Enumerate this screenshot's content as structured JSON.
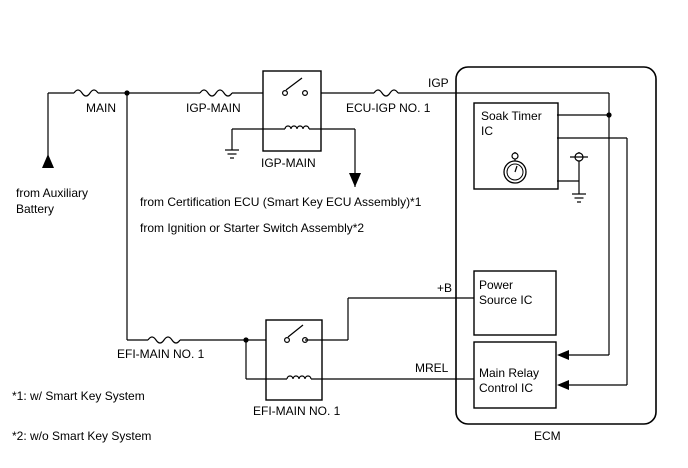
{
  "labels": {
    "main": "MAIN",
    "igp_main_fuse": "IGP-MAIN",
    "igp_main_relay": "IGP-MAIN",
    "ecu_igp_no1": "ECU-IGP NO. 1",
    "igp": "IGP",
    "aux_battery_line1": "from Auxiliary",
    "aux_battery_line2": "Battery",
    "cert_ecu": "from Certification ECU (Smart Key ECU Assembly)*1",
    "ign_switch": "from Ignition or Starter Switch Assembly*2",
    "efi_main_fuse": "EFI-MAIN NO. 1",
    "efi_main_relay": "EFI-MAIN NO. 1",
    "plus_b": "+B",
    "mrel": "MREL",
    "soak_timer_line1": "Soak Timer",
    "soak_timer_line2": "IC",
    "power_source_line1": "Power",
    "power_source_line2": "Source IC",
    "main_relay_line1": "Main Relay",
    "main_relay_line2": "Control IC",
    "ecm": "ECM"
  },
  "footnotes": {
    "note1": "*1: w/ Smart Key System",
    "note2": "*2: w/o Smart Key System"
  }
}
